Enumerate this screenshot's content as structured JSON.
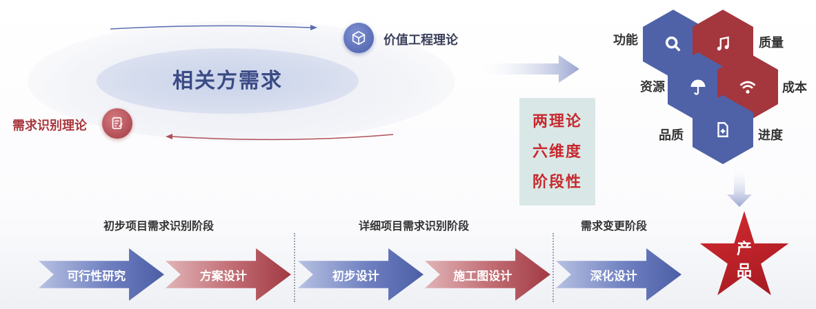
{
  "center": {
    "title": "相关方需求"
  },
  "theories": {
    "value_engineering": {
      "label": "价值工程理论",
      "icon": "cube-icon",
      "color": "#4a5eaa"
    },
    "requirement_identification": {
      "label": "需求识别理论",
      "icon": "document-edit-icon",
      "color": "#a13a42"
    }
  },
  "summary": {
    "lines": [
      "两理论",
      "六维度",
      "阶段性"
    ],
    "color": "#c8282e"
  },
  "dimensions": [
    {
      "label": "功能",
      "icon": "search-icon",
      "color": "#4f62a8"
    },
    {
      "label": "质量",
      "icon": "music-note-icon",
      "color": "#a4363e"
    },
    {
      "label": "资源",
      "icon": "umbrella-icon",
      "color": "#4f62a8"
    },
    {
      "label": "成本",
      "icon": "wifi-icon",
      "color": "#a4363e"
    },
    {
      "label": "品质",
      "icon": "file-add-icon",
      "color": "#4f62a8"
    },
    {
      "label": "进度",
      "icon": "",
      "color": ""
    }
  ],
  "stages": [
    {
      "label": "初步项目需求识别阶段"
    },
    {
      "label": "详细项目需求识别阶段"
    },
    {
      "label": "需求变更阶段"
    }
  ],
  "steps": [
    {
      "label": "可行性研究",
      "color": "blue"
    },
    {
      "label": "方案设计",
      "color": "red"
    },
    {
      "label": "初步设计",
      "color": "blue"
    },
    {
      "label": "施工图设计",
      "color": "red"
    },
    {
      "label": "深化设计",
      "color": "blue"
    }
  ],
  "product": {
    "line1": "产",
    "line2": "品"
  }
}
